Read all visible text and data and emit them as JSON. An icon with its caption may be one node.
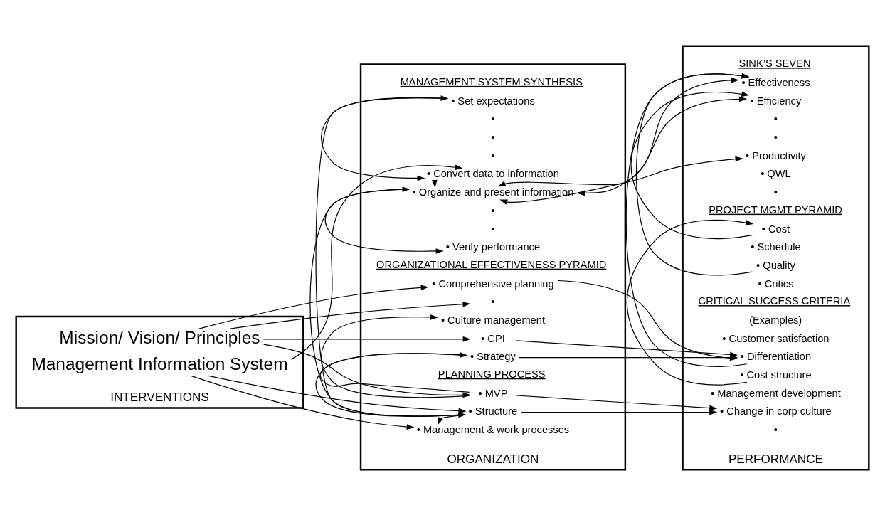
{
  "diagram": {
    "nodes": [
      {
        "text": [
          "INTERVENTIONS"
        ]
      },
      {
        "text": [
          "Management Information System"
        ],
        "in": 0
      },
      {
        "text": [
          "Mission/ Vision/ Principles"
        ],
        "in": 0
      },
      {
        "text": [
          "ORGANIZATION"
        ]
      },
      {
        "text": [
          "• Set expectations"
        ],
        "in": 3
      },
      {
        "text": [
          "•"
        ],
        "in": 3
      },
      {
        "text": [
          "•"
        ],
        "in": 3
      },
      {
        "text": [
          "•"
        ],
        "in": 3
      },
      {
        "text": [
          "• Convert data to information"
        ],
        "in": 3
      },
      {
        "text": [
          "• Organize and present information"
        ],
        "in": 3
      },
      {
        "text": [
          "•"
        ],
        "in": 3
      },
      {
        "text": [
          "•"
        ],
        "in": 3
      },
      {
        "text": [
          "• Verify performance"
        ],
        "in": 3
      },
      {
        "text": [
          "• Comprehensive planning"
        ],
        "in": 3
      },
      {
        "text": [
          "•"
        ],
        "in": 3
      },
      {
        "text": [
          "• Culture management"
        ],
        "in": 3
      },
      {
        "text": [
          "• CPI"
        ],
        "in": 3
      },
      {
        "text": [
          "• MVP"
        ],
        "in": 3
      },
      {
        "text": [
          "• Strategy"
        ],
        "in": 3
      },
      {
        "text": [
          "• Structure"
        ],
        "in": 3
      },
      {
        "text": [
          "• Management & work processes"
        ],
        "in": 3
      },
      {
        "text": [
          "PERFORMANCE"
        ]
      },
      {
        "text": [
          "• Effectiveness"
        ],
        "in": 21
      },
      {
        "text": [
          "• Efficiency"
        ],
        "in": 21
      },
      {
        "text": [
          "•"
        ],
        "in": 21
      },
      {
        "text": [
          "•"
        ],
        "in": 21
      },
      {
        "text": [
          "• Productivity"
        ],
        "in": 21
      },
      {
        "text": [
          "• QWL"
        ],
        "in": 21
      },
      {
        "text": [
          "•"
        ],
        "in": 21
      },
      {
        "text": [
          "• Cost"
        ],
        "in": 21
      },
      {
        "text": [
          "• Schedule"
        ],
        "in": 21
      },
      {
        "text": [
          "• Quality"
        ],
        "in": 21
      },
      {
        "text": [
          "• Critics"
        ],
        "in": 21
      },
      {
        "text": [
          "• Customer satisfaction"
        ],
        "in": 21
      },
      {
        "text": [
          "• Differentiation"
        ],
        "in": 21
      },
      {
        "text": [
          "• Cost structure"
        ],
        "in": 21
      },
      {
        "text": [
          "• Management development"
        ],
        "in": 21
      },
      {
        "text": [
          "• Change in corp culture"
        ],
        "in": 21
      },
      {
        "text": [
          "•"
        ],
        "in": 21
      }
    ],
    "edges": [
      {
        "from": 1,
        "to": 8,
        "arrow": "to"
      },
      {
        "from": 1,
        "to": 19,
        "arrow": "to"
      },
      {
        "from": 1,
        "to": 20,
        "arrow": "to"
      },
      {
        "from": 2,
        "to": 13,
        "arrow": "to"
      },
      {
        "from": 2,
        "to": 14,
        "arrow": "to"
      },
      {
        "from": 2,
        "to": 16,
        "arrow": "to"
      },
      {
        "from": 2,
        "to": 17,
        "arrow": "to"
      },
      {
        "from": 4,
        "to": 8,
        "arrow": "to"
      },
      {
        "from": 8,
        "to": 9,
        "arrow": "to"
      },
      {
        "from": 9,
        "to": 12,
        "arrow": "to"
      },
      {
        "from": 9,
        "to": 22,
        "arrow": "both"
      },
      {
        "from": 9,
        "to": 23,
        "arrow": "both"
      },
      {
        "from": 9,
        "to": 26,
        "arrow": "both"
      },
      {
        "from": 19,
        "to": 9,
        "arrow": "to"
      },
      {
        "from": 19,
        "to": 4,
        "arrow": "to"
      },
      {
        "from": 19,
        "to": 37,
        "arrow": "to"
      },
      {
        "from": 13,
        "to": 34,
        "arrow": "to"
      },
      {
        "from": 16,
        "to": 34,
        "arrow": "to"
      },
      {
        "from": 17,
        "to": 18,
        "arrow": "to"
      },
      {
        "from": 17,
        "to": 15,
        "arrow": "to"
      },
      {
        "from": 17,
        "to": 37,
        "arrow": "to"
      },
      {
        "from": 18,
        "to": 34,
        "arrow": "to"
      },
      {
        "from": 18,
        "to": 19,
        "arrow": "to"
      },
      {
        "from": 19,
        "to": 20,
        "arrow": "to"
      },
      {
        "from": 29,
        "to": 23,
        "arrow": "to"
      },
      {
        "from": 31,
        "to": 22,
        "arrow": "to"
      },
      {
        "from": 34,
        "to": 22,
        "arrow": "to"
      },
      {
        "from": 35,
        "to": 29,
        "arrow": "to"
      }
    ],
    "labels": [
      "MANAGEMENT SYSTEM SYNTHESIS",
      "ORGANIZATIONAL EFFECTIVENESS PYRAMID",
      "PLANNING PROCESS",
      "SINK’S SEVEN",
      "PROJECT MGMT PYRAMID",
      "CRITICAL SUCCESS CRITERIA",
      "(Examples)"
    ]
  }
}
